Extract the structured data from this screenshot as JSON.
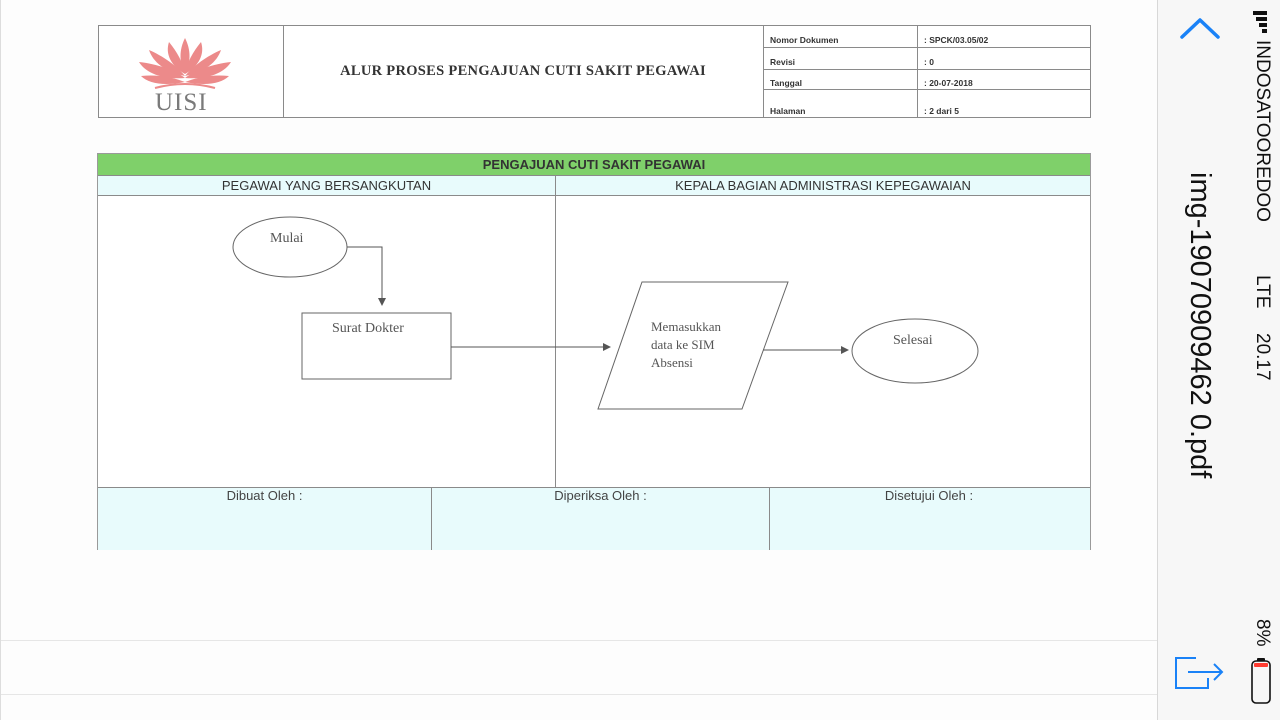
{
  "header": {
    "logo_text": "UISI",
    "title": "ALUR PROSES PENGAJUAN CUTI SAKIT PEGAWAI",
    "meta": [
      {
        "key": "Nomor Dokumen",
        "value": ": SPCK/03.05/02"
      },
      {
        "key": "Revisi",
        "value": ": 0"
      },
      {
        "key": "Tanggal",
        "value": ": 20-07-2018"
      },
      {
        "key": "Halaman",
        "value": ": 2 dari 5"
      }
    ]
  },
  "flowchart": {
    "title": "PENGAJUAN CUTI SAKIT PEGAWAI",
    "lanes": [
      "PEGAWAI YANG BERSANGKUTAN",
      "KEPALA BAGIAN ADMINISTRASI KEPEGAWAIAN"
    ],
    "nodes": {
      "start": "Mulai",
      "doc": "Surat Dokter",
      "input_l1": "Memasukkan",
      "input_l2": "data ke SIM",
      "input_l3": "Absensi",
      "end": "Selesai"
    },
    "signatures": [
      "Dibuat Oleh :",
      "Diperiksa Oleh :",
      "Disetujui Oleh :"
    ]
  },
  "sidebar": {
    "filename": "img-19070909462 0.pdf",
    "carrier": "INDOSATOOREDOO",
    "network": "LTE",
    "time": "20.17",
    "battery": "8%"
  },
  "colors": {
    "accent": "#1a82f7",
    "title_bar": "#7fd06a",
    "lane_bg": "#e8fbfc",
    "logo": "#e87f7f",
    "battery_low": "#ff3b30"
  }
}
